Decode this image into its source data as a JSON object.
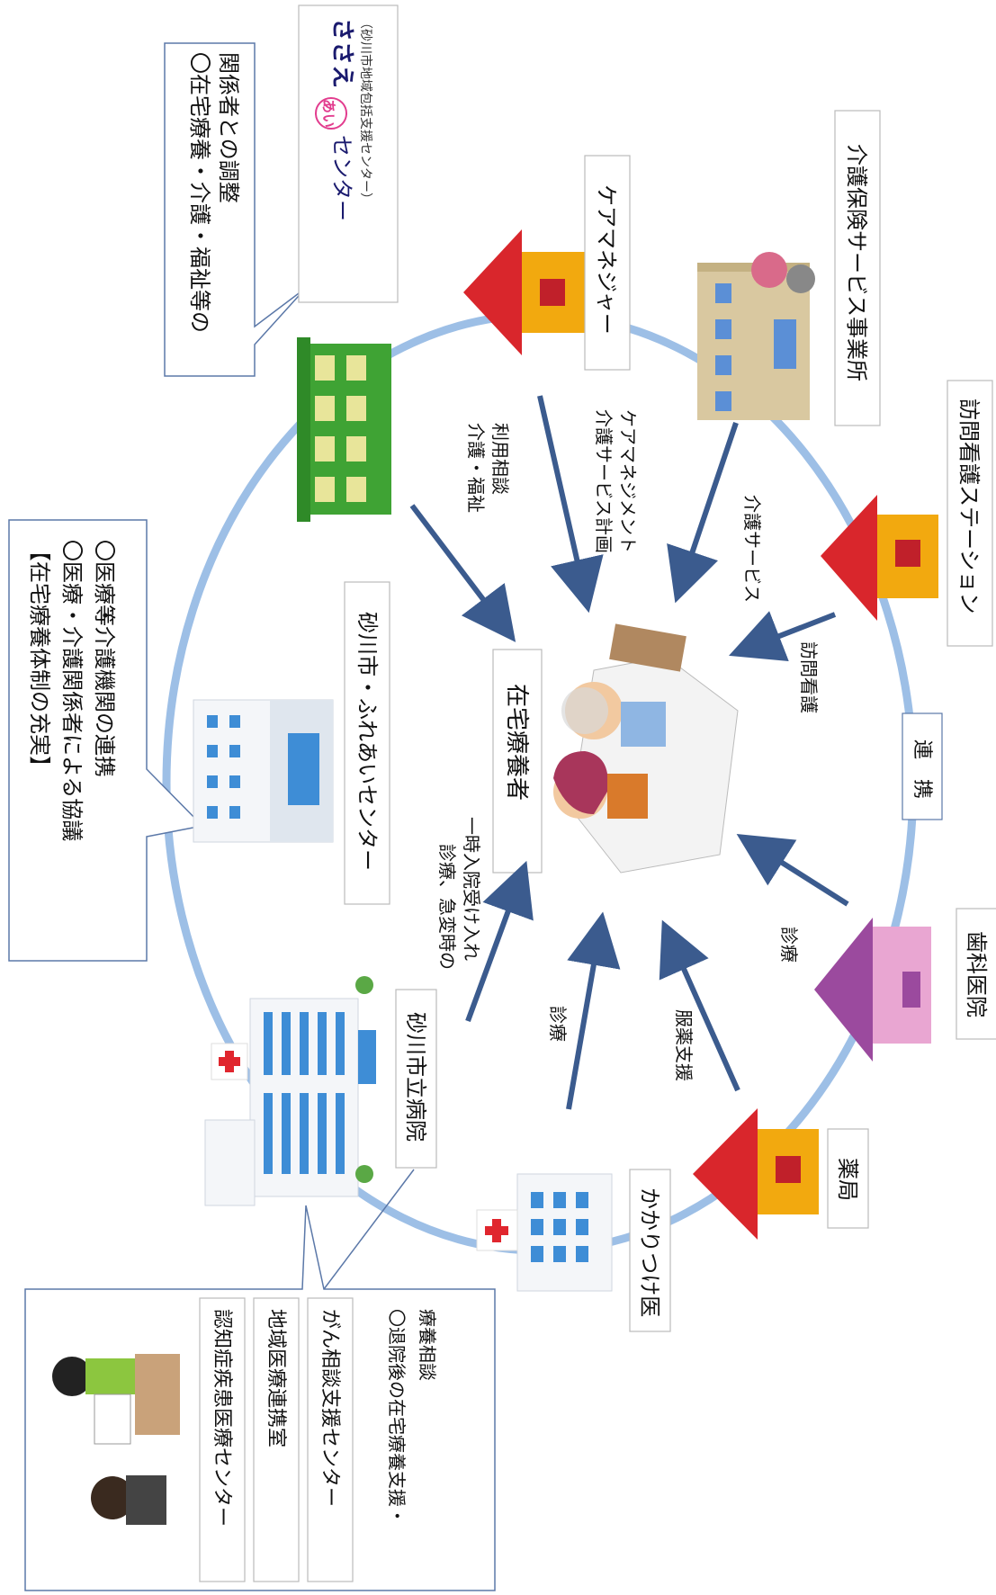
{
  "center": {
    "label": "在宅療養者"
  },
  "nodes": {
    "care_manager": "ケアマネジャー",
    "care_service_office": "介護保険サービス事業所",
    "visiting_nurse": "訪問看護ステーション",
    "dental": "歯科医院",
    "pharmacy": "薬局",
    "family_doctor": "かかりつけ医",
    "hospital": "砂川市立病院",
    "fureai_center": "砂川市・ふれあいセンター"
  },
  "sasae": {
    "logo_prefix": "ささえ",
    "logo_circle": "あい",
    "logo_suffix": "センター",
    "subtitle": "（砂川市地域包括支援センター）"
  },
  "arrows": {
    "care_consult_1": "介護・福祉",
    "care_consult_2": "利用相談",
    "care_plan_1": "介護サービス計画",
    "care_plan_2": "ケアマネジメント",
    "care_service": "介護サービス",
    "visit_nursing": "訪問看護",
    "dental_exam": "診療",
    "medication": "服薬支援",
    "gp_exam": "診療",
    "hospital_1": "診療、急変時の",
    "hospital_2": "一時入院受け入れ"
  },
  "collaboration": "連　携",
  "callout_sasae": {
    "line1": "〇在宅療養・介護・福祉等の",
    "line2": "関係者との調整"
  },
  "callout_system": {
    "line1": "【在宅療養体制の充実】",
    "line2": "〇医療・介護関係者による協議",
    "line3": "〇医療・介護機関の連携",
    "line3_suffix": "等"
  },
  "callout_hospital": {
    "item1": "認知症疾患医療センター",
    "item2": "地域医療連携室",
    "item3": "がん相談支援センター",
    "note1": "〇退院後の在宅療養支援・",
    "note2": "療養相談"
  },
  "colors": {
    "ring": "#9dbfe6",
    "arrow": "#3b5b8e",
    "callout_border": "#5b78a8",
    "roof": "#d9262c",
    "house_wall": "#f2a90f",
    "green_bldg": "#3fa334",
    "pink_house": "#e9a6d2"
  }
}
